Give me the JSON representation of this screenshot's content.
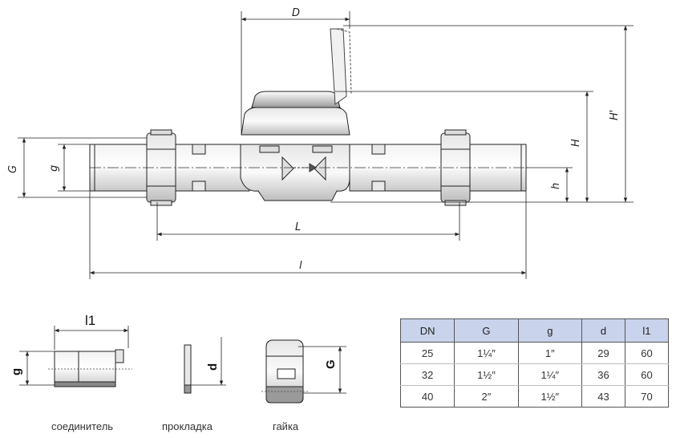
{
  "labels": {
    "top_small": "",
    "D": "D",
    "H_prime": "H'",
    "H": "H",
    "h": "h",
    "G": "G",
    "g": "g",
    "L": "L",
    "l": "l"
  },
  "parts": {
    "connector": {
      "caption": "соединитель",
      "dim_l1": "l1",
      "dim_g": "g"
    },
    "gasket": {
      "caption": "прокладка",
      "dim_d": "d"
    },
    "nut": {
      "caption": "гайка",
      "dim_G": "G"
    }
  },
  "table": {
    "headers": [
      "DN",
      "G",
      "g",
      "d",
      "l1"
    ],
    "rows": [
      [
        "25",
        "1¼″",
        "1″",
        "29",
        "60"
      ],
      [
        "32",
        "1½″",
        "1¼″",
        "36",
        "60"
      ],
      [
        "40",
        "2″",
        "1½″",
        "43",
        "70"
      ]
    ]
  }
}
